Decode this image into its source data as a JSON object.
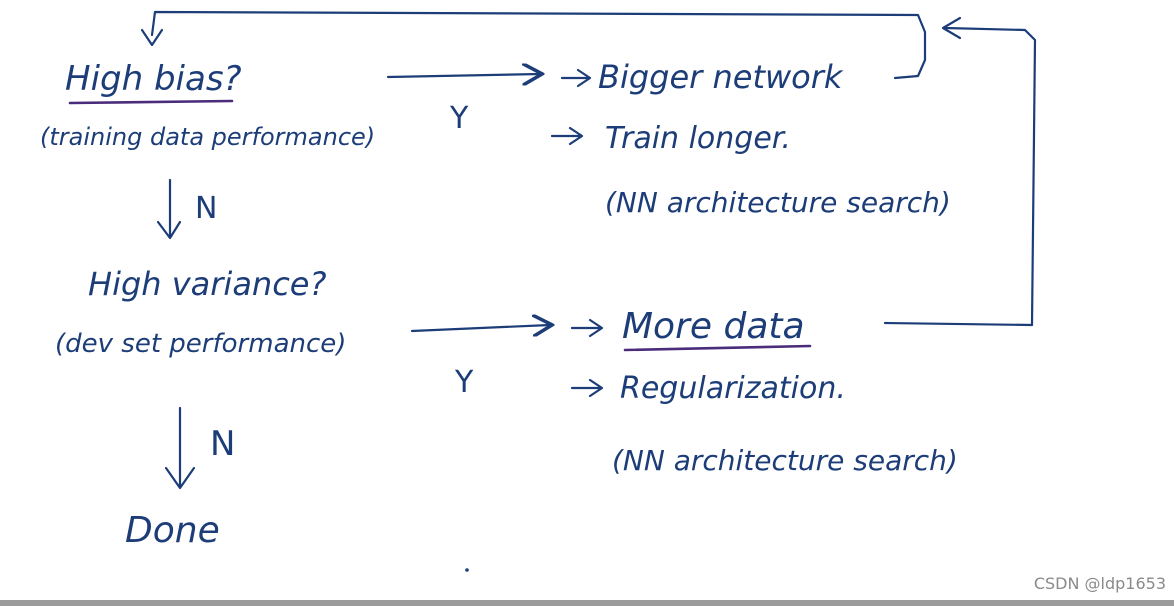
{
  "nodes": {
    "high_bias": "High bias?",
    "high_bias_note": "(training data performance)",
    "high_variance": "High variance?",
    "high_variance_note": "(dev set performance)",
    "done": "Done",
    "bias_fix_1": "Bigger network",
    "bias_fix_2": "Train longer.",
    "bias_fix_3": "(NN architecture search)",
    "variance_fix_1": "More data",
    "variance_fix_2": "Regularization.",
    "variance_fix_3": "(NN architecture search)"
  },
  "edges": {
    "bias_yes": "Y",
    "bias_no": "N",
    "variance_yes": "Y",
    "variance_no": "N"
  },
  "watermark": "CSDN @ldp1653",
  "colors": {
    "ink": "#1c3d78",
    "underline": "#4a2c7a"
  }
}
